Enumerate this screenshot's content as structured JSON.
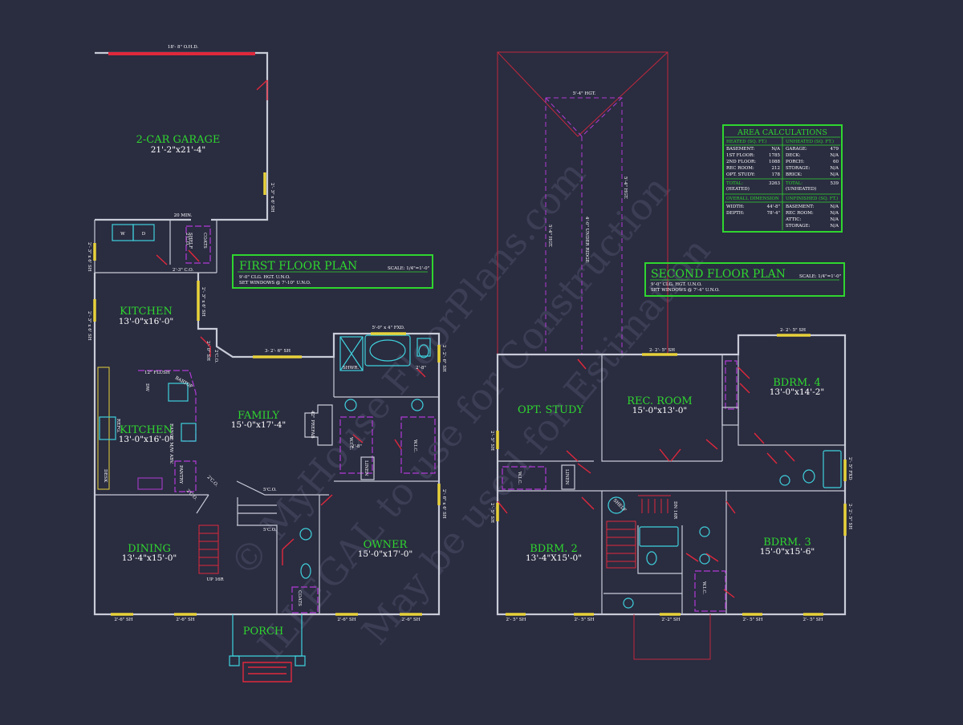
{
  "first_floor": {
    "title": "FIRST FLOOR PLAN",
    "scale": "SCALE: 1/4\"=1'-0\"",
    "notes": [
      "9'-0\" CLG. HGT. U.N.O.",
      "SET WINDOWS @ 7'-10\" U.N.O."
    ],
    "rooms": {
      "garage": {
        "name": "2-CAR GARAGE",
        "dim": "21'-2\"x21'-4\""
      },
      "kitchen_upper": {
        "name": "KITCHEN",
        "dim": "13'-0\"x16'-0\""
      },
      "kitchen": {
        "name": "KITCHEN",
        "dim": "13'-0\"x16'-0\""
      },
      "family": {
        "name": "FAMILY",
        "dim": "15'-0\"x17'-4\""
      },
      "dining": {
        "name": "DINING",
        "dim": "13'-4\"x15'-0\""
      },
      "owner": {
        "name": "OWNER",
        "dim": "15'-0\"x17'-0\""
      },
      "porch": {
        "name": "PORCH"
      }
    },
    "labels": {
      "ohd": "18'- 8\" O.H.D.",
      "min": "20 MIN.",
      "tmh_l": "2'-3\" C.O.",
      "up": "UP 16R",
      "shwr": "SHWR.",
      "fxd": "5'-0\" x 4\" FXD.",
      "prefab": "42\" PREFAB",
      "flush": "12\" FLUSH",
      "bartop": "BARTOP",
      "dw": "DW",
      "range": "RANGE M/W ABV.",
      "refg": "REFG.",
      "desk": "DESK",
      "pantry": "PANTRY",
      "coats": "COATS",
      "coats2": "COATS",
      "shelf": "SHELF",
      "wic1": "W.I.C.",
      "wic2": "W.I.C.",
      "linen": "LINEN",
      "w": "W",
      "d": "D",
      "co1": "5'C.O.",
      "co2": "5'C.O.",
      "co3": "2'C.O.",
      "co4": "2'C.O.",
      "co5": "2'C.O.",
      "co6": "2'C.O.",
      "win_a": "2'-6\" SH",
      "win_b": "2'-6\" SH",
      "win_c": "2'-6\" SH",
      "win_d": "2'-6\" SH",
      "win_e": "3- 2'- 6\" SH",
      "win_f": "2'- 3\" x 6' SH",
      "win_g": "2'- 6\" x 6' SH",
      "win_h": "2 - 2'- 6\" SH",
      "win_i": "2'- 3\" x 6' SH",
      "win_j": "2'- 3\" x 6' SH",
      "win_k": "2'- 3\" x 6' SH",
      "win_l": "2'- 0\" SH",
      "door_a": "2'-8\"",
      "door_b": "2'-8\""
    }
  },
  "second_floor": {
    "title": "SECOND FLOOR PLAN",
    "scale": "SCALE: 1/4\"=1'-0\"",
    "notes": [
      "9'-0\" CLG. HGT. U.N.O.",
      "SET WINDOWS @ 7'-4\" U.N.O."
    ],
    "rooms": {
      "study": {
        "name": "OPT. STUDY"
      },
      "rec": {
        "name": "REC. ROOM",
        "dim": "15'-0\"x13'-0\""
      },
      "bdrm4": {
        "name": "BDRM. 4",
        "dim": "13'-0\"x14'-2\""
      },
      "bdrm2": {
        "name": "BDRM. 2",
        "dim": "13'-4\"X15'-0\""
      },
      "bdrm3": {
        "name": "BDRM. 3",
        "dim": "15'-0\"x15'-6\""
      }
    },
    "labels": {
      "hgt1": "5'-4\" HGT.",
      "hgt2": "5'-4\" HGT.",
      "hgt3": "5'-4\" HGT.",
      "ridge": "4'-0\" UNDER RIDGE",
      "dn": "DN 16R",
      "wic": "W.I.C.",
      "wic2": "W.I.C.",
      "linen": "LINEN",
      "shelf": "SHELF",
      "win_a": "2- 2'- 5\" SH",
      "win_b": "2- 2'- 5\" SH",
      "win_c": "2'- 5\" SH",
      "win_d": "2'- 5\" SH",
      "win_e": "2'- 5\" SH",
      "win_f": "2'- 5\" SH",
      "win_g": "2'- 5\" SH",
      "win_h": "2'-2\" SH",
      "win_i": "2'- 5\" SH",
      "win_j": "2- 2'- 5\" SH",
      "win_k": "2'- 5\" FXD"
    }
  },
  "area_calculations": {
    "title": "AREA CALCULATIONS",
    "heated_header": "HEATED (SQ. FT.)",
    "unheated_header": "UNHEATED (SQ. FT.)",
    "heated": [
      {
        "label": "BASEMENT:",
        "value": "N/A"
      },
      {
        "label": "1ST FLOOR:",
        "value": "1785"
      },
      {
        "label": "2ND FLOOR:",
        "value": "1088"
      },
      {
        "label": "REC ROOM:",
        "value": "212"
      },
      {
        "label": "OPT. STUDY:",
        "value": "178"
      }
    ],
    "unheated": [
      {
        "label": "GARAGE:",
        "value": "479"
      },
      {
        "label": "DECK:",
        "value": "N/A"
      },
      {
        "label": "PORCH:",
        "value": "60"
      },
      {
        "label": "STORAGE:",
        "value": "N/A"
      },
      {
        "label": "BRICK:",
        "value": "N/A"
      }
    ],
    "total_heated_label": "TOTAL:",
    "total_heated_value": "3263",
    "total_heated_note": "(HEATED)",
    "total_unheated_label": "TOTAL:",
    "total_unheated_value": "539",
    "total_unheated_note": "(UNHEATED)",
    "overall_header": "OVERALL DIMENSION",
    "unfinished_header": "UNFINISHED (SQ. FT.)",
    "overall": [
      {
        "label": "WIDTH:",
        "value": "44'-8\""
      },
      {
        "label": "DEPTH:",
        "value": "78'-4\""
      }
    ],
    "unfinished": [
      {
        "label": "BASEMENT:",
        "value": "N/A"
      },
      {
        "label": "REC ROOM:",
        "value": "N/A"
      },
      {
        "label": "ATTIC:",
        "value": "N/A"
      },
      {
        "label": "STORAGE:",
        "value": "N/A"
      }
    ]
  },
  "watermark": {
    "line1": "© MyHouse FloorPlans.com",
    "line2": "ILLEGAL to use for Construction",
    "line3": "May be used for Estimation"
  }
}
